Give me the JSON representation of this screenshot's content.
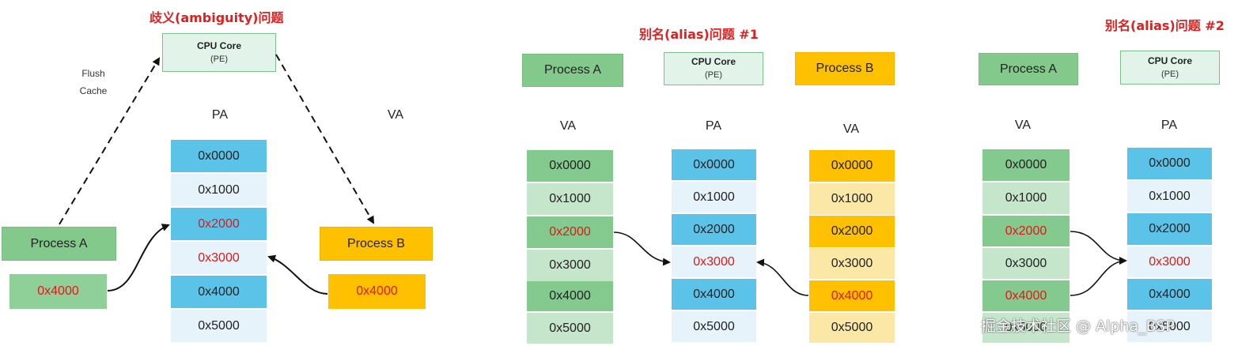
{
  "panel1": {
    "title": "歧义(ambiguity)问题",
    "cpu": {
      "name": "CPU Core",
      "pe": "(PE)"
    },
    "flush_label": [
      "Flush",
      "Cache"
    ],
    "pa_label": "PA",
    "va_label": "VA",
    "process_a": "Process A",
    "process_b": "Process B",
    "value_a": "0x4000",
    "value_b": "0x4000",
    "pa_cells": [
      "0x0000",
      "0x1000",
      "0x2000",
      "0x3000",
      "0x4000",
      "0x5000"
    ]
  },
  "panel2": {
    "title": "别名(alias)问题 #1",
    "process_a": "Process A",
    "process_b": "Process B",
    "cpu": {
      "name": "CPU Core",
      "pe": "(PE)"
    },
    "va_label_left": "VA",
    "pa_label": "PA",
    "va_label_right": "VA",
    "va_left_cells": [
      "0x0000",
      "0x1000",
      "0x2000",
      "0x3000",
      "0x4000",
      "0x5000"
    ],
    "pa_cells": [
      "0x0000",
      "0x1000",
      "0x2000",
      "0x3000",
      "0x4000",
      "0x5000"
    ],
    "va_right_cells": [
      "0x0000",
      "0x1000",
      "0x2000",
      "0x3000",
      "0x4000",
      "0x5000"
    ]
  },
  "panel3": {
    "title": "别名(alias)问题 #2",
    "process_a": "Process A",
    "cpu": {
      "name": "CPU Core",
      "pe": "(PE)"
    },
    "va_label": "VA",
    "pa_label": "PA",
    "va_cells": [
      "0x0000",
      "0x1000",
      "0x2000",
      "0x3000",
      "0x4000",
      "0x5000"
    ],
    "pa_cells": [
      "0x0000",
      "0x1000",
      "0x2000",
      "0x3000",
      "0x4000",
      "0x5000"
    ]
  },
  "watermark": "掘金技术社区 @ Alpha_BSP",
  "colors": {
    "title_red": "#e02020",
    "highlight_red": "#e01818",
    "pa_blue": "#5bc2e8",
    "pa_pale": "#e6f3fa",
    "va_green": "#84c98e",
    "va_pale_green": "#c6e6cb",
    "va_orange": "#ffc000",
    "va_pale_orange": "#fbe8a6"
  }
}
